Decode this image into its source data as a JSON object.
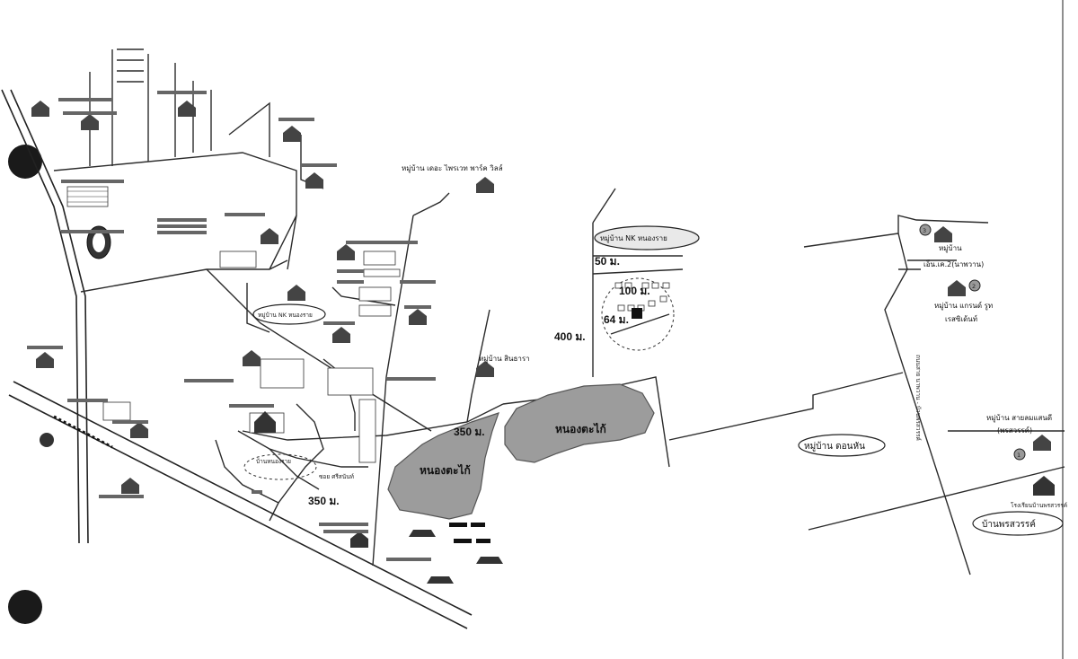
{
  "map": {
    "ponds": {
      "left": "หนองตะไก้",
      "right": "หนองตะไก้"
    },
    "highlighted": {
      "nk_top": "หมู่บ้าน NK หนองราย",
      "nk_left": "หมู่บ้าน NK หนองราย",
      "don_han": "หมู่บ้าน ดอนหัน",
      "phon_sawan": "บ้านพรสวรรค์"
    },
    "distances": {
      "d50": "50 ม.",
      "d100": "100 ม.",
      "d64": "64 ม.",
      "d400": "400 ม.",
      "d350a": "350 ม.",
      "d350b": "350 ม."
    },
    "villages": {
      "the_private_park": "หมู่บ้าน เดอะ ไพรเวท พาร์ค วิลล์",
      "sinthara": "หมู่บ้าน สินธารา",
      "nc2": "หมู่บ้าน",
      "nc2_sub": "เอ็น.เค.2(นาพวาน)",
      "grand_route": "หมู่บ้าน แกรนด์ รูท",
      "grand_route_sub": "เรสซิเด้นท์",
      "sai_lom": "หมู่บ้าน สายลมแสนดี",
      "sai_lom_sub": "(พรสวรรค์)",
      "school_phon_sawan": "โรงเรียนบ้านพรสวรรค์",
      "ban_nong_rai": "บ้านหนองราย",
      "soi_si_sanan": "ซอย ศรีสนันท์"
    },
    "markers": [
      "3",
      "2",
      "1"
    ],
    "road_label_right": "ถนนสาย นาพวาน - บ้านพรสวรรค์"
  }
}
